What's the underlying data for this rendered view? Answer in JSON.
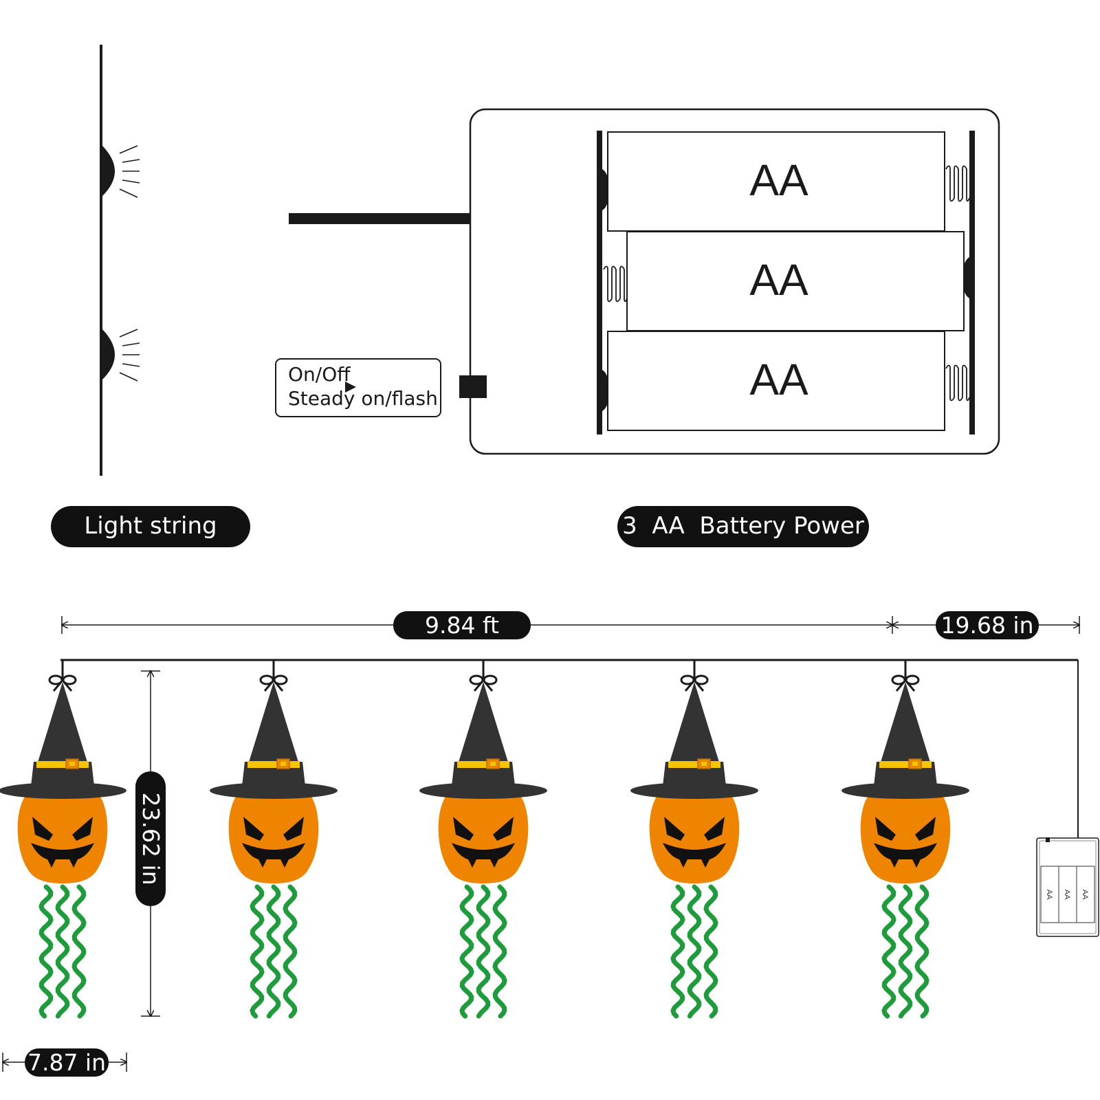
{
  "top_section": {
    "light_string_label": "Light string",
    "battery_power_label": "3  AA  Battery Power",
    "switch_line1": "On/Off",
    "switch_line2": "Steady on/flash",
    "battery_labels": [
      "AA",
      "AA",
      "AA"
    ]
  },
  "dimensions": {
    "total_length": "9.84 ft",
    "lead_wire": "19.68 in",
    "drop_height": "23.62 in",
    "spacing": "7.87 in"
  },
  "small_box_labels": [
    "AA",
    "AA",
    "AA"
  ],
  "colors": {
    "outline": "#1a1a1a",
    "pill_bg": "#111111",
    "pumpkin": "#EE8400",
    "hat": "#333333",
    "hat_band": "#F5C400",
    "buckle": "#E88A00",
    "tentacle": "#1E9B3A"
  }
}
